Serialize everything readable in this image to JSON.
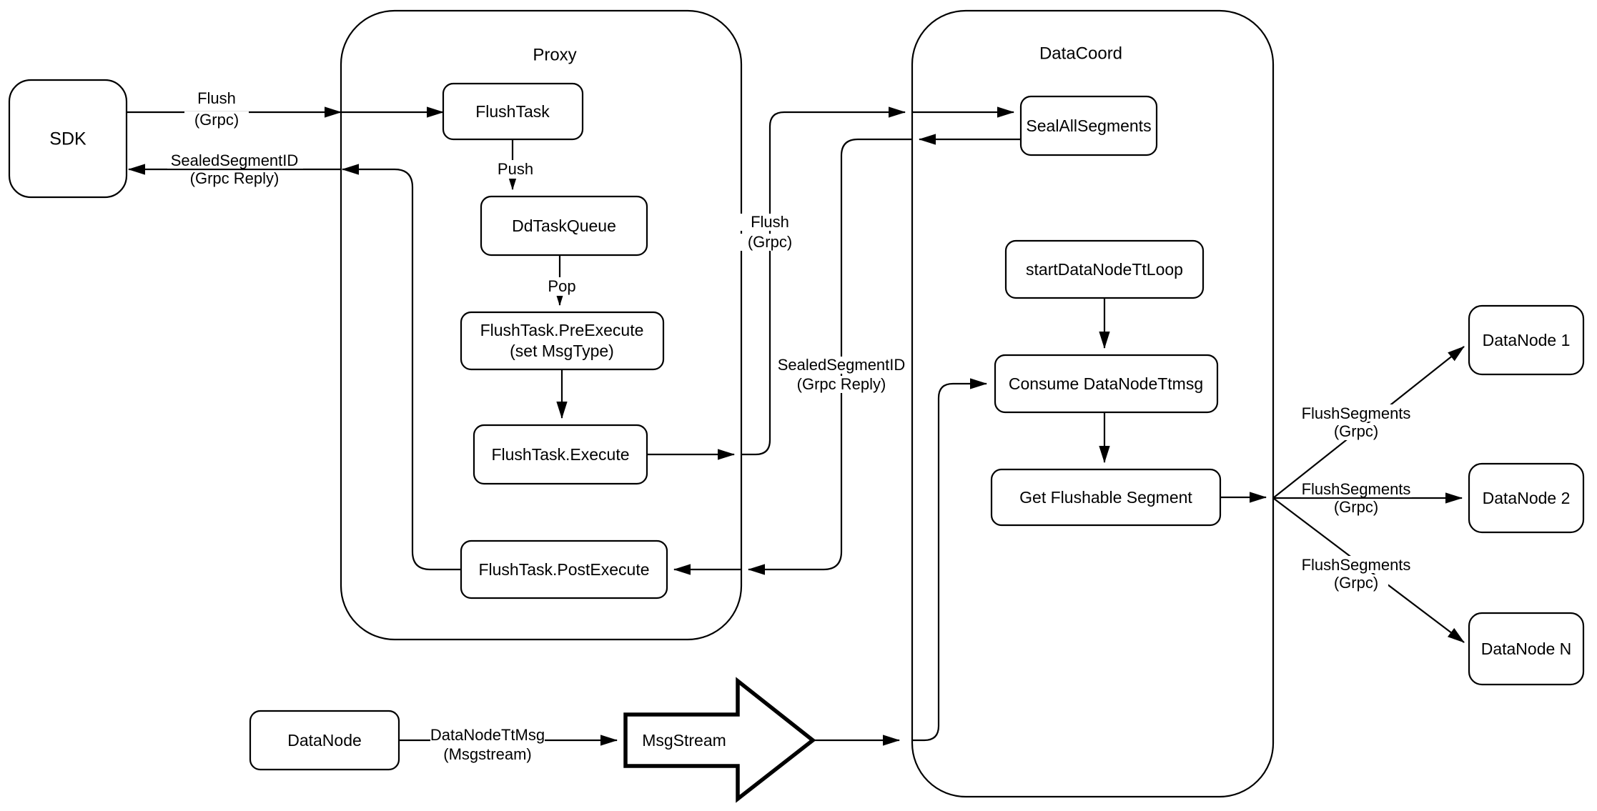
{
  "colors": {
    "stroke": "#000000",
    "background": "#ffffff"
  },
  "containers": {
    "proxy": {
      "title": "Proxy"
    },
    "datacoord": {
      "title": "DataCoord"
    }
  },
  "nodes": {
    "sdk": {
      "label": "SDK"
    },
    "flushtask": {
      "label": "FlushTask"
    },
    "ddtaskqueue": {
      "label": "DdTaskQueue"
    },
    "preexecute": {
      "label": "FlushTask.PreExecute",
      "sublabel": "(set MsgType)"
    },
    "execute": {
      "label": "FlushTask.Execute"
    },
    "postexecute": {
      "label": "FlushTask.PostExecute"
    },
    "sealallsegments": {
      "label": "SealAllSegments"
    },
    "startdatanodettloop": {
      "label": "startDataNodeTtLoop"
    },
    "consumedatanodettmsg": {
      "label": "Consume DataNodeTtmsg"
    },
    "getflushablesegment": {
      "label": "Get Flushable Segment"
    },
    "datanode": {
      "label": "DataNode"
    },
    "msgstream": {
      "label": "MsgStream"
    },
    "datanode1": {
      "label": "DataNode 1"
    },
    "datanode2": {
      "label": "DataNode 2"
    },
    "datanoden": {
      "label": "DataNode N"
    }
  },
  "edge_labels": {
    "flush_sdk": {
      "line1": "Flush",
      "line2": "(Grpc)"
    },
    "sealed_sdk": {
      "line1": "SealedSegmentID",
      "line2": "(Grpc Reply)"
    },
    "push": {
      "line1": "Push"
    },
    "pop": {
      "line1": "Pop"
    },
    "flush_mid": {
      "line1": "Flush",
      "line2": "(Grpc)"
    },
    "sealed_mid": {
      "line1": "SealedSegmentID",
      "line2": "(Grpc Reply)"
    },
    "flushsegments_1": {
      "line1": "FlushSegments",
      "line2": "(Grpc)"
    },
    "flushsegments_2": {
      "line1": "FlushSegments",
      "line2": "(Grpc)"
    },
    "flushsegments_n": {
      "line1": "FlushSegments",
      "line2": "(Grpc)"
    },
    "datanodettmsg": {
      "line1": "DataNodeTtMsg",
      "line2": "(Msgstream)"
    }
  }
}
